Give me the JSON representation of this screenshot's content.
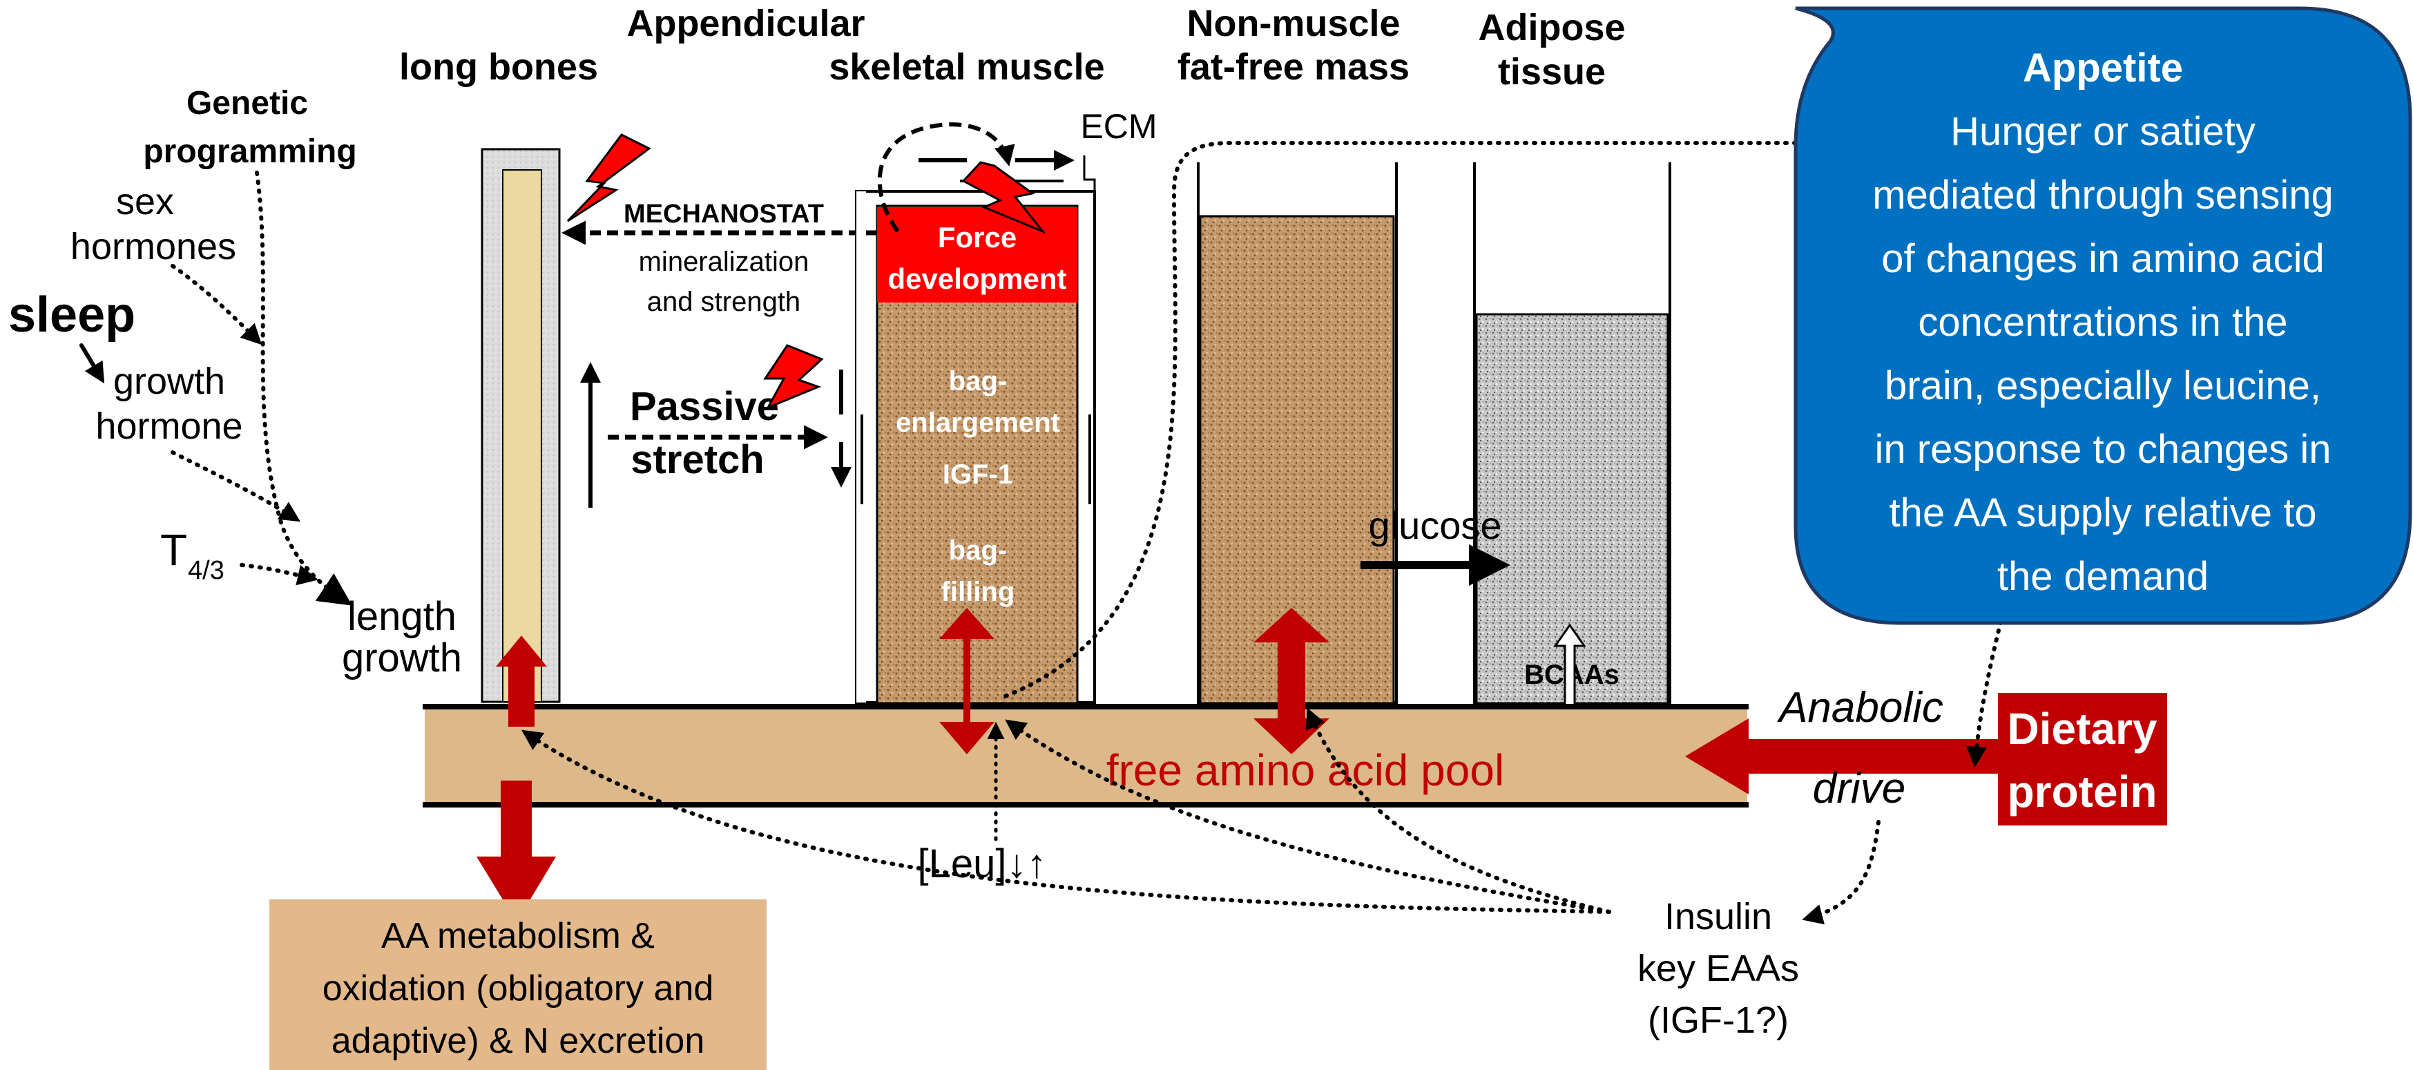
{
  "headings": {
    "long_bones": "long bones",
    "appendicular_line1": "Appendicular",
    "appendicular_line2": "skeletal muscle",
    "nonmuscle_line1": "Non-muscle",
    "nonmuscle_line2": "fat-free mass",
    "adipose_line1": "Adipose",
    "adipose_line2": "tissue"
  },
  "left_labels": {
    "genetic_line1": "Genetic",
    "genetic_line2": "programming",
    "sex_line1": "sex",
    "sex_line2": "hormones",
    "sleep": "sleep",
    "gh_line1": "growth",
    "gh_line2": "hormone",
    "t_main": "T",
    "t_sub": "4/3",
    "length_line1": "length",
    "length_line2": "growth"
  },
  "mechanostat": {
    "title": "MECHANOSTAT",
    "line1": "mineralization",
    "line2": "and strength"
  },
  "stretch": {
    "line1": "Passive",
    "line2": "stretch"
  },
  "muscle": {
    "ecm": "ECM",
    "force_line1": "Force",
    "force_line2": "development",
    "bag_line1": "bag-",
    "bag_line2": "enlargement",
    "bag_line3": "IGF-1",
    "fill_line1": "bag-",
    "fill_line2": "filling"
  },
  "adipose": {
    "glucose": "glucose",
    "bcaas": "BCAAs"
  },
  "appetite": {
    "title": "Appetite",
    "lines": [
      "Hunger or satiety",
      "mediated through sensing",
      "of changes in amino acid",
      "concentrations in the",
      "brain, especially leucine,",
      "in response to changes in",
      "the AA supply relative to",
      "the demand"
    ]
  },
  "pool": {
    "label": "free amino acid pool"
  },
  "anabolic": {
    "line1": "Anabolic",
    "line2": "drive"
  },
  "dietary": {
    "line1": "Dietary",
    "line2": "protein"
  },
  "leu": "[Leu]↓↑",
  "insulin": {
    "line1": "Insulin",
    "line2": "key EAAs",
    "line3": "(IGF-1?)"
  },
  "aa_box": {
    "line1": "AA metabolism &",
    "line2": "oxidation (obligatory and",
    "line3": "adaptive) & N excretion"
  },
  "colors": {
    "dark_red": "#c00000",
    "bright_red": "#ff0000",
    "appetite_blue": "#0070c0",
    "pool_tan": "#ddb88a",
    "aa_box_tan": "#e3b98c",
    "muscle_brown": "#c49a6c",
    "bone_yellow": "#ecd9a0",
    "adipose_gray": "#c8c8c8"
  },
  "icons": [
    "lightning-bolt-icon",
    "double-arrow-icon",
    "dotted-arrow-icon"
  ]
}
